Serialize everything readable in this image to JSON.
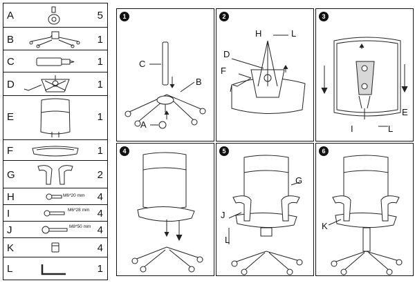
{
  "parts": [
    {
      "letter": "A",
      "qty": "5",
      "screw": ""
    },
    {
      "letter": "B",
      "qty": "1",
      "screw": ""
    },
    {
      "letter": "C",
      "qty": "1",
      "screw": ""
    },
    {
      "letter": "D",
      "qty": "1",
      "screw": ""
    },
    {
      "letter": "E",
      "qty": "1",
      "screw": ""
    },
    {
      "letter": "F",
      "qty": "1",
      "screw": ""
    },
    {
      "letter": "G",
      "qty": "2",
      "screw": ""
    },
    {
      "letter": "H",
      "qty": "4",
      "screw": "M6*20 mm"
    },
    {
      "letter": "I",
      "qty": "4",
      "screw": "M6*28 mm"
    },
    {
      "letter": "J",
      "qty": "4",
      "screw": "M8*50 mm"
    },
    {
      "letter": "K",
      "qty": "4",
      "screw": ""
    },
    {
      "letter": "L",
      "qty": "1",
      "screw": ""
    }
  ],
  "steps": [
    {
      "number": "1",
      "labels": {
        "c": "C",
        "b": "B",
        "a": "A"
      }
    },
    {
      "number": "2",
      "labels": {
        "h": "H",
        "l": "L",
        "d": "D",
        "f": "F"
      }
    },
    {
      "number": "3",
      "labels": {
        "e": "E",
        "i": "I",
        "l": "L"
      }
    },
    {
      "number": "4",
      "labels": {}
    },
    {
      "number": "5",
      "labels": {
        "g": "G",
        "j": "J",
        "l": "L"
      }
    },
    {
      "number": "6",
      "labels": {
        "k": "K"
      }
    }
  ]
}
